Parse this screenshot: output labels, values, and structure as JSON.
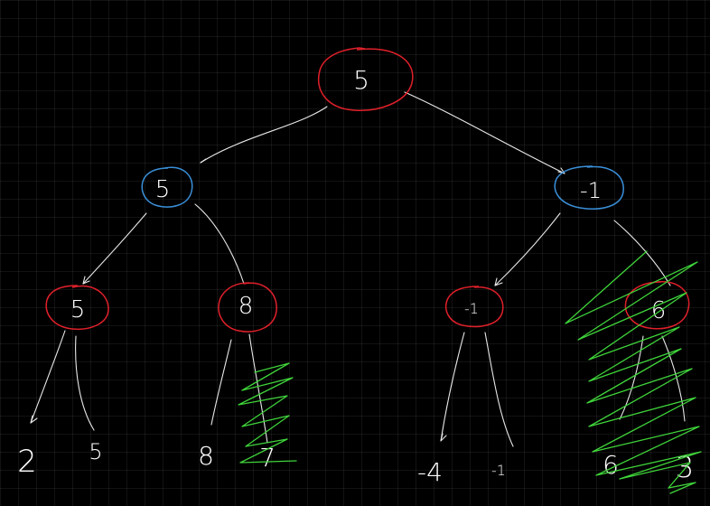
{
  "colors": {
    "background": "#000000",
    "ink": "#ffffff",
    "max_node_ring": "#e0202a",
    "min_node_ring": "#3a8fd8",
    "pruned_scribble": "#3fd43a"
  },
  "tree": {
    "root": {
      "value": "5"
    },
    "level1": [
      {
        "value": "5"
      },
      {
        "value": "-1"
      }
    ],
    "level2": [
      {
        "value": "5"
      },
      {
        "value": "8"
      },
      {
        "value": "-1"
      },
      {
        "value": "6"
      }
    ],
    "leaves": [
      {
        "value": "2"
      },
      {
        "value": "5"
      },
      {
        "value": "8"
      },
      {
        "value": "7"
      },
      {
        "value": "-4"
      },
      {
        "value": "-1"
      },
      {
        "value": "6"
      },
      {
        "value": "3"
      }
    ]
  }
}
